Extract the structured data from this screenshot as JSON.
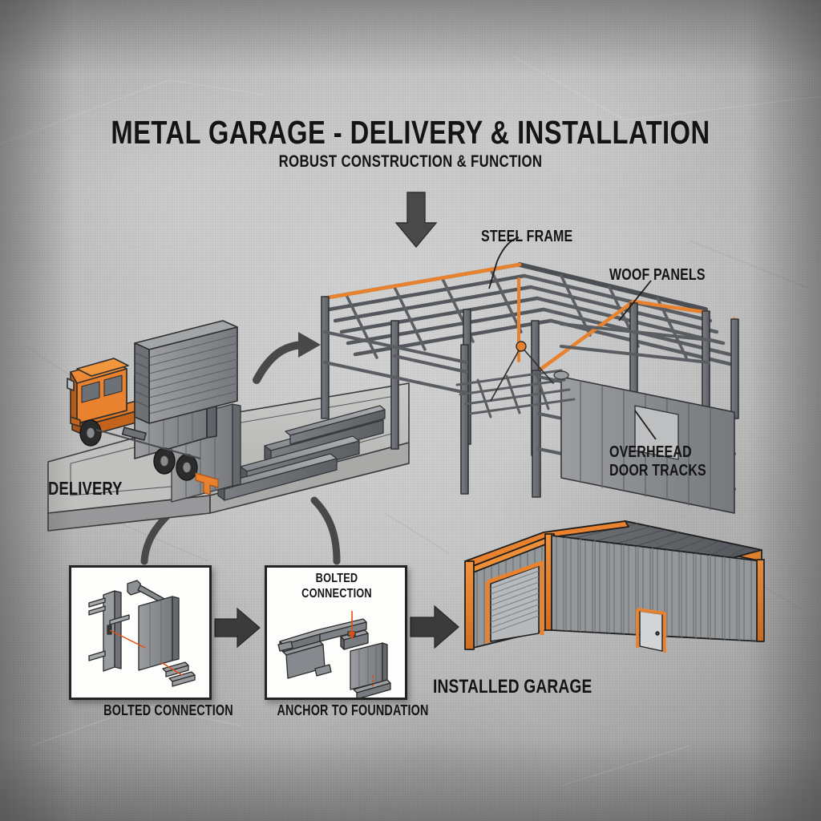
{
  "header": {
    "title": "METAL GARAGE - DELIVERY & INSTALLATION",
    "subtitle": "ROBUST CONSTRUCTION & FUNCTION"
  },
  "palette": {
    "accent_orange": "#E8822E",
    "accent_orange_dark": "#C4641C",
    "steel_grey": "#8d8f92",
    "steel_dark": "#5e6064",
    "ink": "#141414",
    "background_light": "#d2d2d2",
    "background_dark": "#8d8d8d",
    "panel_white": "#fdfdfb",
    "arrow_grey": "#3f3f3f"
  },
  "annotations": {
    "steel_frame": "STEEL FRAME",
    "roof_panels": "WOOF PANELS",
    "door_tracks": "OVERHEEAD\nDOOR TRACKS",
    "delivery": "DELIVERY",
    "installed_garage": "INSTALLED GARAGE",
    "bolted_callout": "BOLTED\nCONNECTION"
  },
  "detail_panels": [
    {
      "id": "bolted-connection",
      "caption": "BOLTED CONNECTION"
    },
    {
      "id": "anchor-to-foundation",
      "caption": "ANCHOR TO FOUNDATION"
    }
  ],
  "flow_arrows": [
    {
      "name": "down-arrow-to-frame",
      "direction": "down"
    },
    {
      "name": "curve-arrow-truck-to-frame",
      "direction": "right-curve"
    },
    {
      "name": "curve-arrow-slab-to-detail-1",
      "direction": "down-curve-left"
    },
    {
      "name": "curve-arrow-slab-to-detail-2",
      "direction": "down-curve-right"
    },
    {
      "name": "arrow-detail1-to-detail2",
      "direction": "right"
    },
    {
      "name": "arrow-detail2-to-garage",
      "direction": "right"
    }
  ],
  "illustrations": [
    {
      "name": "delivery-truck-illustration",
      "stage": "delivery"
    },
    {
      "name": "steel-frame-illustration",
      "stage": "erection"
    },
    {
      "name": "installed-garage-illustration",
      "stage": "complete"
    }
  ]
}
